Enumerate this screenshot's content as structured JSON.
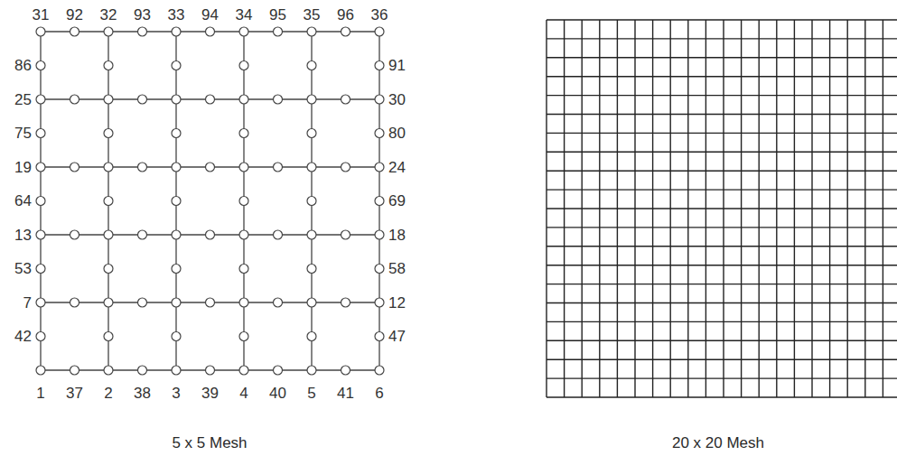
{
  "diagram": {
    "labels": [
      "31",
      "92",
      "32",
      "93",
      "33",
      "94",
      "34",
      "95",
      "35",
      "96",
      "36",
      "86",
      "25",
      "75",
      "19",
      "64",
      "13",
      "53",
      "7",
      "42",
      "91",
      "30",
      "80",
      "24",
      "69",
      "18",
      "58",
      "12",
      "47",
      "1",
      "37",
      "2",
      "38",
      "3",
      "39",
      "4",
      "40",
      "5",
      "41",
      "6",
      "5 x 5 Mesh",
      "20 x 20 Mesh"
    ]
  }
}
